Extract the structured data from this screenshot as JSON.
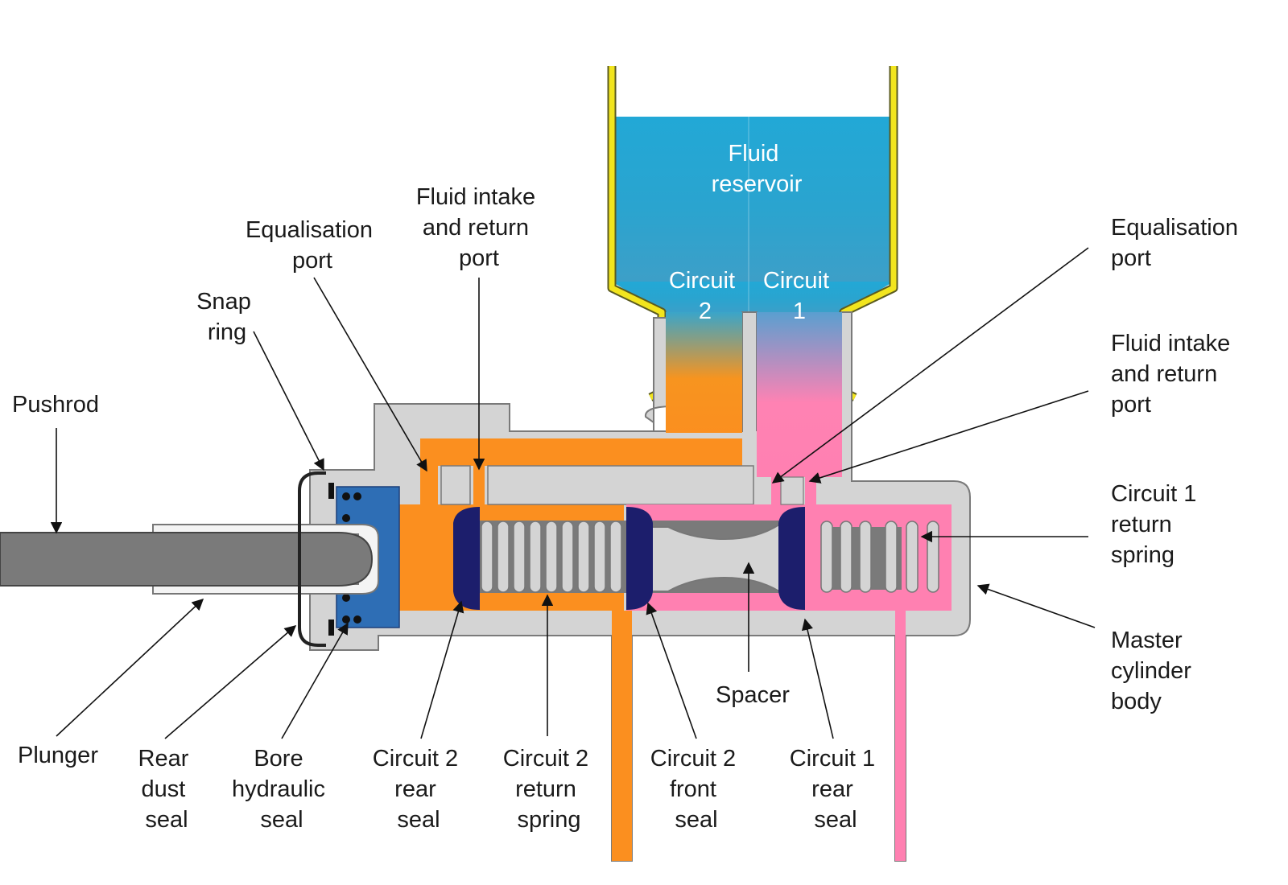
{
  "colors": {
    "body_grey": "#d4d4d4",
    "outline_grey": "#777777",
    "circuit2_orange": "#fb8f1f",
    "circuit1_pink": "#ff80b1",
    "reservoir_blue": "#2aa6d1",
    "reservoir_wall_yellow": "#f0e020",
    "seal_navy": "#1c1e6c",
    "bore_seal_blue": "#2e6eb5",
    "pushrod_grey": "#7a7a7a"
  },
  "labels": {
    "fluid_reservoir": [
      "Fluid",
      "reservoir"
    ],
    "circuit2_top": [
      "Circuit",
      "2"
    ],
    "circuit1_top": [
      "Circuit",
      "1"
    ],
    "equalisation_port_left": [
      "Equalisation",
      "port"
    ],
    "fluid_intake_left": [
      "Fluid intake",
      "and return",
      "port"
    ],
    "snap_ring": [
      "Snap",
      "ring"
    ],
    "pushrod": [
      "Pushrod"
    ],
    "equalisation_port_right": [
      "Equalisation",
      "port"
    ],
    "fluid_intake_right": [
      "Fluid intake",
      "and return",
      "port"
    ],
    "circuit1_return_spring": [
      "Circuit 1",
      "return",
      "spring"
    ],
    "master_cylinder_body": [
      "Master",
      "cylinder",
      "body"
    ],
    "plunger": [
      "Plunger"
    ],
    "rear_dust_seal": [
      "Rear",
      "dust",
      "seal"
    ],
    "bore_hydraulic_seal": [
      "Bore",
      "hydraulic",
      "seal"
    ],
    "circuit2_rear_seal": [
      "Circuit 2",
      "rear",
      "seal"
    ],
    "circuit2_return_spring": [
      "Circuit 2",
      "return",
      "spring"
    ],
    "circuit2_front_seal": [
      "Circuit 2",
      "front",
      "seal"
    ],
    "spacer": [
      "Spacer"
    ],
    "circuit1_rear_seal": [
      "Circuit 1",
      "rear",
      "seal"
    ]
  }
}
